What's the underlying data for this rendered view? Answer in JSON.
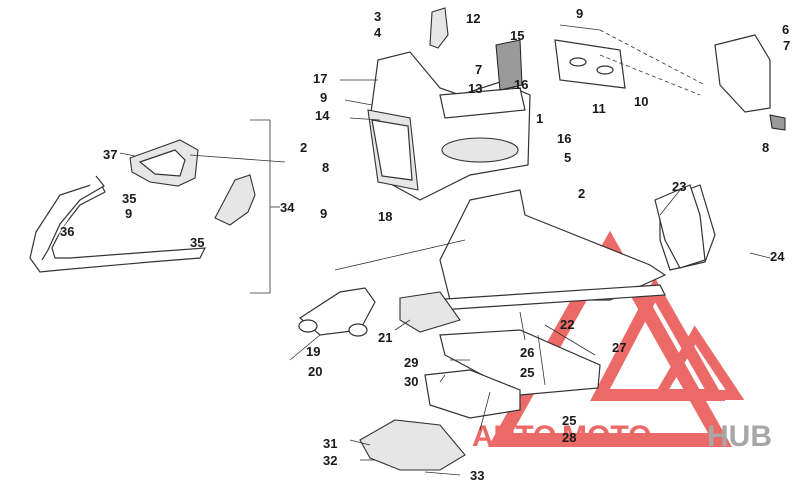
{
  "callouts": [
    {
      "id": "c1",
      "label": "1"
    },
    {
      "id": "c2a",
      "label": "2"
    },
    {
      "id": "c2b",
      "label": "2"
    },
    {
      "id": "c3",
      "label": "3"
    },
    {
      "id": "c4",
      "label": "4"
    },
    {
      "id": "c5",
      "label": "5"
    },
    {
      "id": "c6",
      "label": "6"
    },
    {
      "id": "c7a",
      "label": "7"
    },
    {
      "id": "c7b",
      "label": "7"
    },
    {
      "id": "c8a",
      "label": "8"
    },
    {
      "id": "c8b",
      "label": "8"
    },
    {
      "id": "c9a",
      "label": "9"
    },
    {
      "id": "c9b",
      "label": "9"
    },
    {
      "id": "c9c",
      "label": "9"
    },
    {
      "id": "c9d",
      "label": "9"
    },
    {
      "id": "c10",
      "label": "10"
    },
    {
      "id": "c11",
      "label": "11"
    },
    {
      "id": "c12",
      "label": "12"
    },
    {
      "id": "c13",
      "label": "13"
    },
    {
      "id": "c14",
      "label": "14"
    },
    {
      "id": "c15",
      "label": "15"
    },
    {
      "id": "c16a",
      "label": "16"
    },
    {
      "id": "c16b",
      "label": "16"
    },
    {
      "id": "c17",
      "label": "17"
    },
    {
      "id": "c18",
      "label": "18"
    },
    {
      "id": "c19",
      "label": "19"
    },
    {
      "id": "c20",
      "label": "20"
    },
    {
      "id": "c21",
      "label": "21"
    },
    {
      "id": "c22",
      "label": "22"
    },
    {
      "id": "c23",
      "label": "23"
    },
    {
      "id": "c24",
      "label": "24"
    },
    {
      "id": "c25a",
      "label": "25"
    },
    {
      "id": "c25b",
      "label": "25"
    },
    {
      "id": "c26",
      "label": "26"
    },
    {
      "id": "c27",
      "label": "27"
    },
    {
      "id": "c28",
      "label": "28"
    },
    {
      "id": "c29",
      "label": "29"
    },
    {
      "id": "c30",
      "label": "30"
    },
    {
      "id": "c31",
      "label": "31"
    },
    {
      "id": "c32",
      "label": "32"
    },
    {
      "id": "c33",
      "label": "33"
    },
    {
      "id": "c34",
      "label": "34"
    },
    {
      "id": "c35a",
      "label": "35"
    },
    {
      "id": "c35b",
      "label": "35"
    },
    {
      "id": "c36",
      "label": "36"
    },
    {
      "id": "c37",
      "label": "37"
    }
  ],
  "watermark": {
    "part1": "AUTO",
    "part2": "MOTO",
    "part3": "HUB",
    "color_red": "#e53935",
    "color_gray": "#8a8a8a"
  }
}
